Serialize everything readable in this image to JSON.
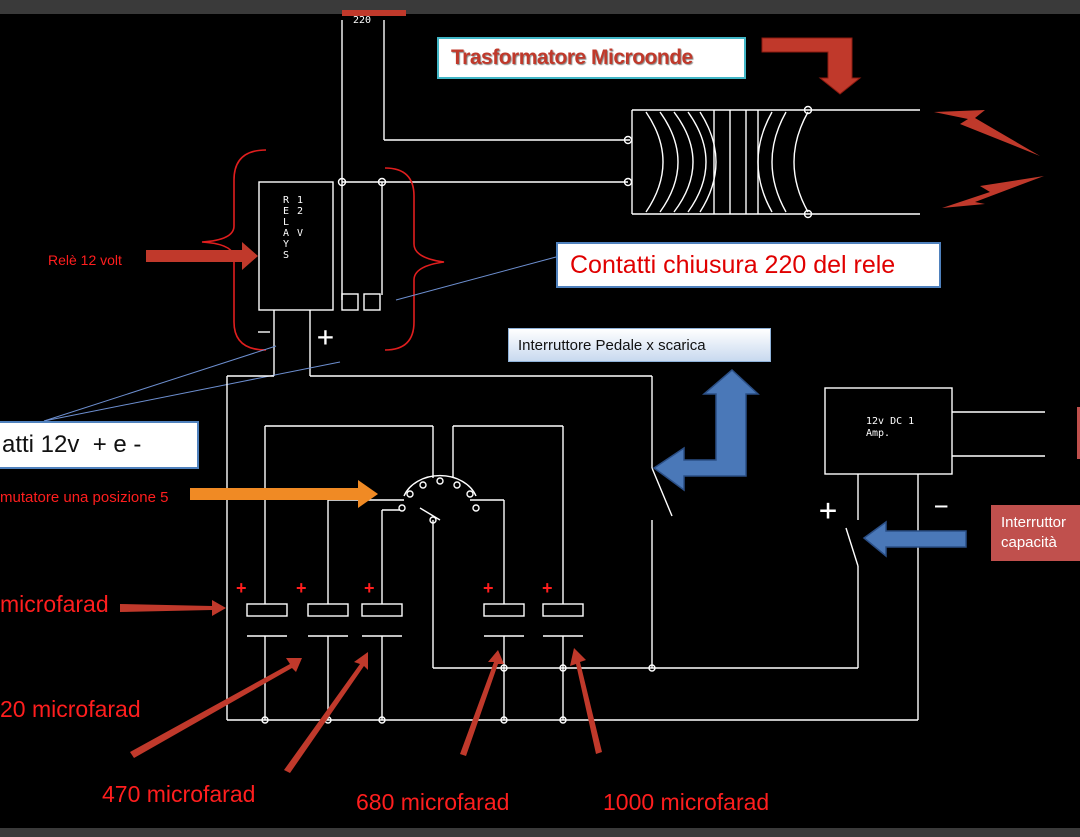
{
  "labels": {
    "top_voltage": "220",
    "title": "Trasformatore Microonde",
    "rele_12_volt": "Relè 12 volt",
    "contatti_220": "Contatti chiusura 220 del rele",
    "pedale": "Interruttore Pedale x scarica",
    "contatti_12v": "atti 12v  + e -",
    "commutatore": "mutatore una posizione 5",
    "interruttore_line1": "Interruttor",
    "interruttore_line2": "capacità",
    "cap_a": "microfarad",
    "cap_b": "20 microfarad",
    "cap_470": "470 microfarad",
    "cap_680": "680 microfarad",
    "cap_1000": "1000 microfarad"
  },
  "relay": {
    "col1": [
      "R",
      "E",
      "L",
      "A",
      "Y",
      "S"
    ],
    "col2": [
      "1",
      "2",
      "",
      "V"
    ],
    "plus": "+"
  },
  "power_supply": {
    "line1": "12v DC 1",
    "line2": "Amp.",
    "plus": "+",
    "minus": "−"
  },
  "capacitor_polarity": "+",
  "colors": {
    "background": "#000000",
    "wire": "#ffffff",
    "red_arrow": "#c0392b",
    "blue_arrow": "#4a78b8",
    "orange_arrow": "#f08a24",
    "label_red": "#e01e1e",
    "interr_box": "#c0504d"
  }
}
